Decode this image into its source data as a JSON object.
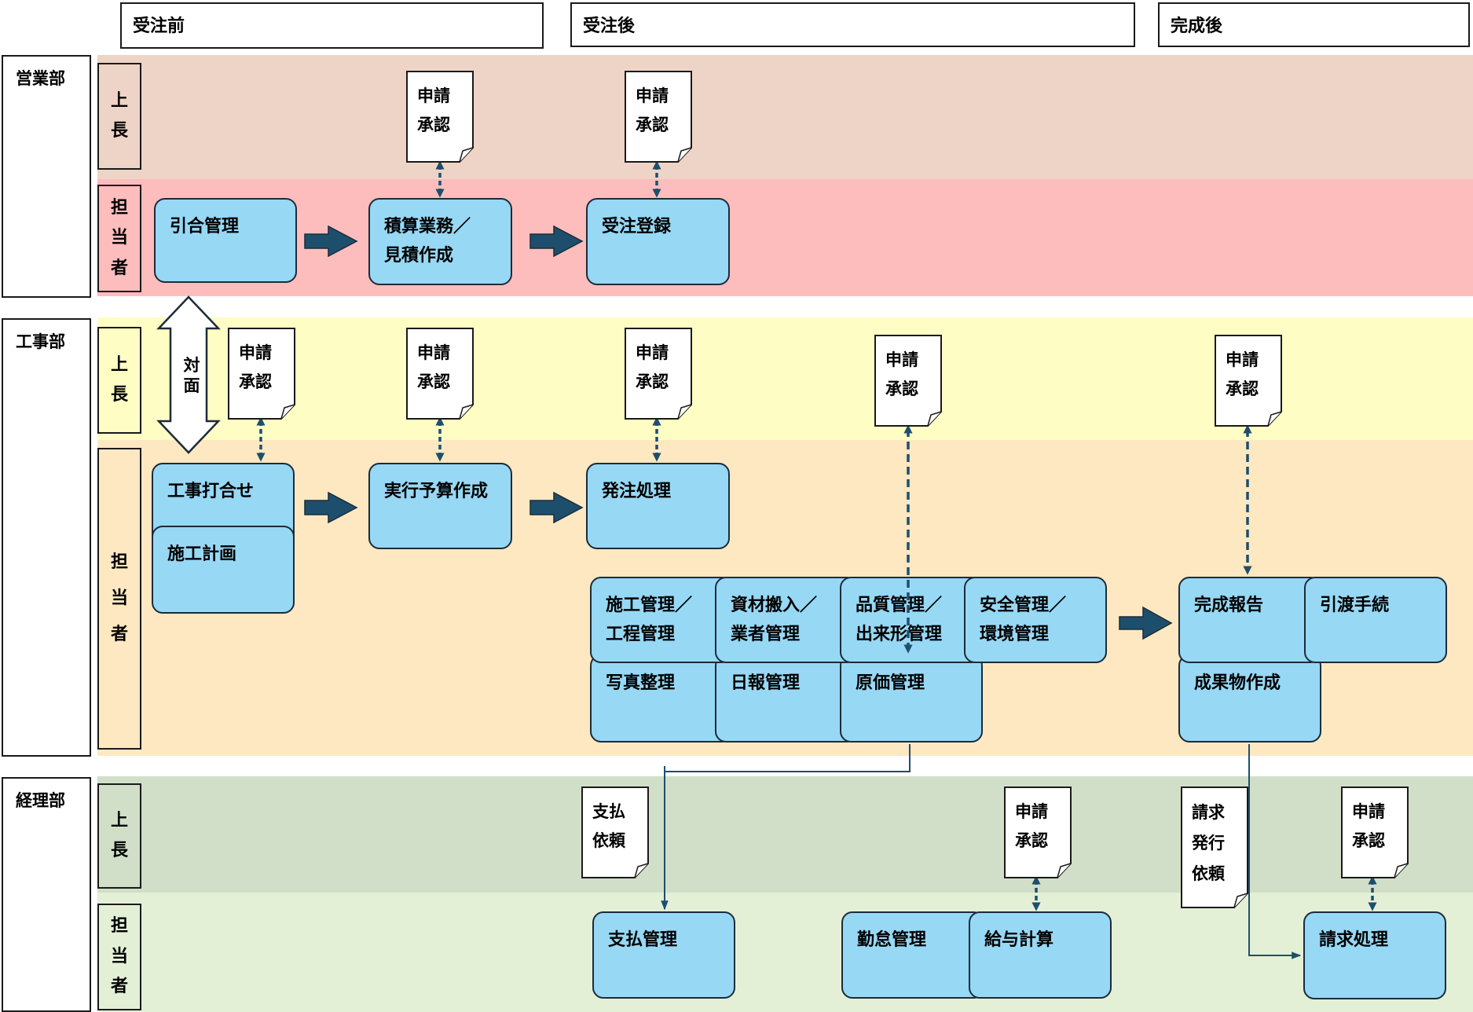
{
  "phases": [
    "受注前",
    "受注後",
    "完成後"
  ],
  "departments": [
    {
      "name": "営業部",
      "roles": [
        "上\n長",
        "担\n当\n者"
      ]
    },
    {
      "name": "工事部",
      "roles": [
        "上\n長",
        "担\n当\n者"
      ]
    },
    {
      "name": "経理部",
      "roles": [
        "上\n長",
        "担\n当\n者"
      ]
    }
  ],
  "colors": {
    "sales_boss": "#eed4c6",
    "sales_staff": "#fdbdbd",
    "eng_boss": "#fefdc4",
    "eng_staff": "#fde8c2",
    "acc_boss": "#d1dfc8",
    "acc_staff": "#e4f0d6",
    "box_fill": "#97d8f5",
    "arrow": "#1d4f6d"
  },
  "processes": {
    "hikiai": "引合管理",
    "sekisan": "積算業務／\n見積作成",
    "juchu_toroku": "受注登録",
    "koji_uchiawase": "工事打合せ",
    "seko_keikaku": "施工計画",
    "jikko_yosan": "実行予算作成",
    "hatchu": "発注処理",
    "seko_kanri": "施工管理／\n工程管理",
    "shizai": "資材搬入／\n業者管理",
    "hinshitsu": "品質管理／\n出来形管理",
    "anzen": "安全管理／\n環境管理",
    "shashin": "写真整理",
    "nippo": "日報管理",
    "genka": "原価管理",
    "kansei_hokoku": "完成報告",
    "hikiwatashi": "引渡手続",
    "seikabutsu": "成果物作成",
    "shiharai": "支払管理",
    "kintai": "勤怠管理",
    "kyuyo": "給与計算",
    "seikyu": "請求処理"
  },
  "documents": {
    "approval": "申請\n承認",
    "payment_request": "支払\n依頼",
    "invoice_request": "請求\n発行\n依頼"
  },
  "taimen": "対\n面"
}
